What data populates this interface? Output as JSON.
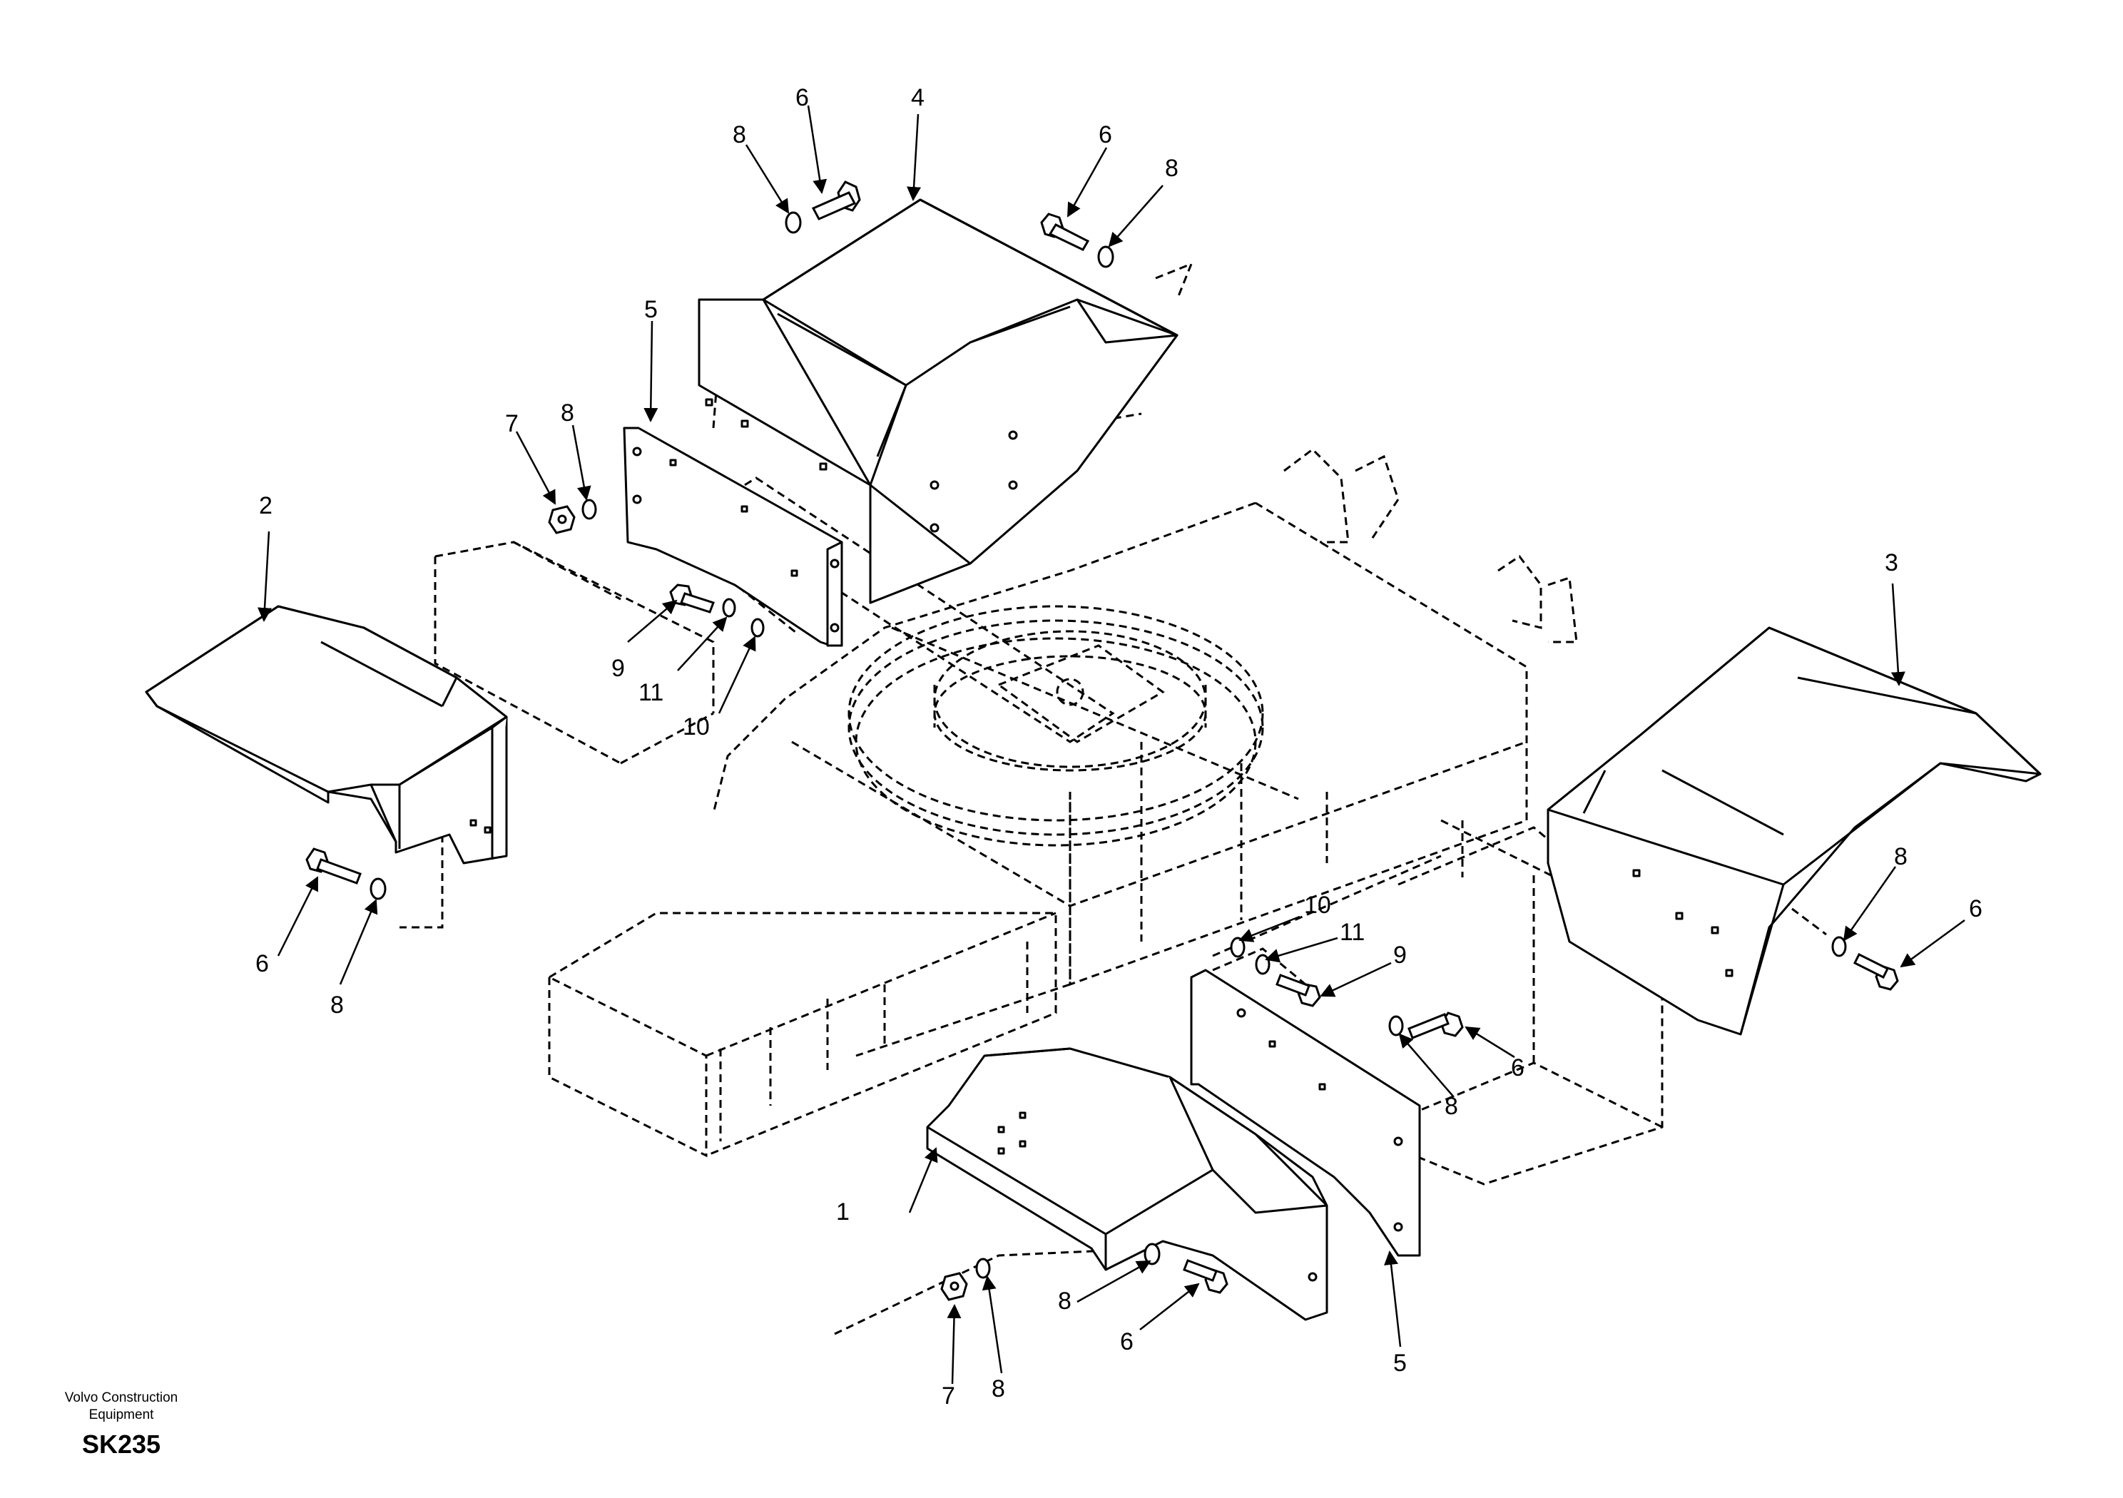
{
  "callouts": [
    {
      "id": "c1",
      "label": "1"
    },
    {
      "id": "c2",
      "label": "2"
    },
    {
      "id": "c3",
      "label": "3"
    },
    {
      "id": "c4",
      "label": "4"
    },
    {
      "id": "c5a",
      "label": "5"
    },
    {
      "id": "c5b",
      "label": "5"
    },
    {
      "id": "c6a",
      "label": "6"
    },
    {
      "id": "c6b",
      "label": "6"
    },
    {
      "id": "c6c",
      "label": "6"
    },
    {
      "id": "c6d",
      "label": "6"
    },
    {
      "id": "c6e",
      "label": "6"
    },
    {
      "id": "c6f",
      "label": "6"
    },
    {
      "id": "c7a",
      "label": "7"
    },
    {
      "id": "c7b",
      "label": "7"
    },
    {
      "id": "c8a",
      "label": "8"
    },
    {
      "id": "c8b",
      "label": "8"
    },
    {
      "id": "c8c",
      "label": "8"
    },
    {
      "id": "c8d",
      "label": "8"
    },
    {
      "id": "c8e",
      "label": "8"
    },
    {
      "id": "c8f",
      "label": "8"
    },
    {
      "id": "c8g",
      "label": "8"
    },
    {
      "id": "c8h",
      "label": "8"
    },
    {
      "id": "c9a",
      "label": "9"
    },
    {
      "id": "c9b",
      "label": "9"
    },
    {
      "id": "c10a",
      "label": "10"
    },
    {
      "id": "c10b",
      "label": "10"
    },
    {
      "id": "c11a",
      "label": "11"
    },
    {
      "id": "c11b",
      "label": "11"
    }
  ],
  "footer": {
    "brand_line1": "Volvo Construction",
    "brand_line2": "Equipment",
    "code": "SK235"
  }
}
